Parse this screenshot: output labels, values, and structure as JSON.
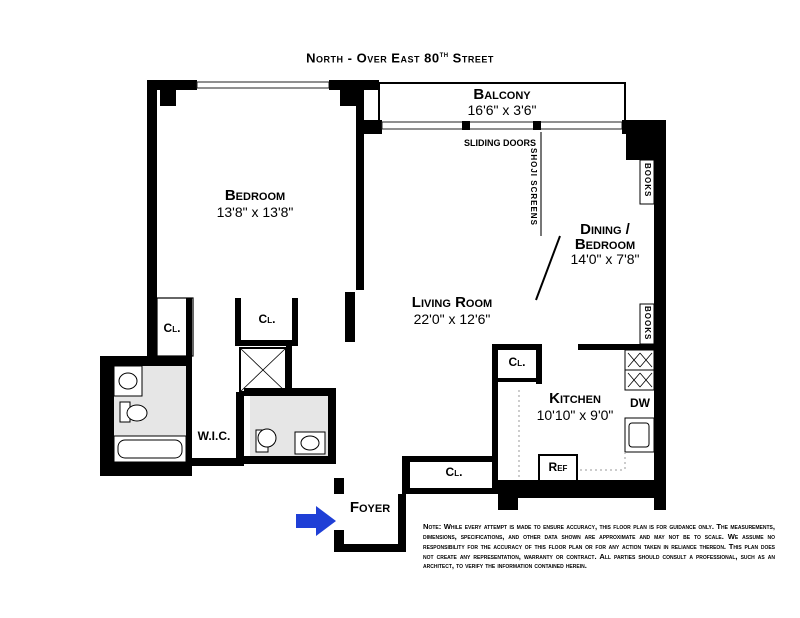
{
  "header": {
    "prefix": "North - Over East 80",
    "sup": "th",
    "suffix": " Street"
  },
  "rooms": {
    "balcony": {
      "name": "Balcony",
      "dims": "16'6\"  x  3'6\""
    },
    "bedroom": {
      "name": "Bedroom",
      "dims": "13'8\"  x  13'8\""
    },
    "living": {
      "name": "Living Room",
      "dims": "22'0\"  x  12'6\""
    },
    "dining": {
      "name": "Dining /",
      "name2": "Bedroom",
      "dims": "14'0\"  x  7'8\""
    },
    "kitchen": {
      "name": "Kitchen",
      "dims": "10'10\"  x  9'0\""
    },
    "foyer": {
      "name": "Foyer"
    },
    "wic": {
      "name": "W.I.C."
    }
  },
  "closets": {
    "cl1": "Cl.",
    "cl2": "Cl.",
    "cl3": "Cl.",
    "cl4": "Cl."
  },
  "fixtures": {
    "sliding_doors": "SLIDING DOORS",
    "shoji": "SHOJI SCREENS",
    "books1": "BOOKS",
    "books2": "BOOKS",
    "dw": "DW",
    "ref": "Ref"
  },
  "note": {
    "label": "Note:",
    "text": " While every attempt is made to ensure accuracy, this floor plan is for guidance only. The measurements, dimensions, specifications, and other data shown are approximate and may not be to scale. We assume no responsibility for the accuracy of this floor plan or for any action taken in reliance thereon. This plan does not create any representation, warranty or contract. All parties should consult a professional, such as an architect, to verify the information contained herein."
  },
  "colors": {
    "wall": "#000000",
    "floor": "#e6e6e6",
    "arrow": "#1f3fd6"
  },
  "icons": {
    "entry": "entry-arrow-icon"
  }
}
